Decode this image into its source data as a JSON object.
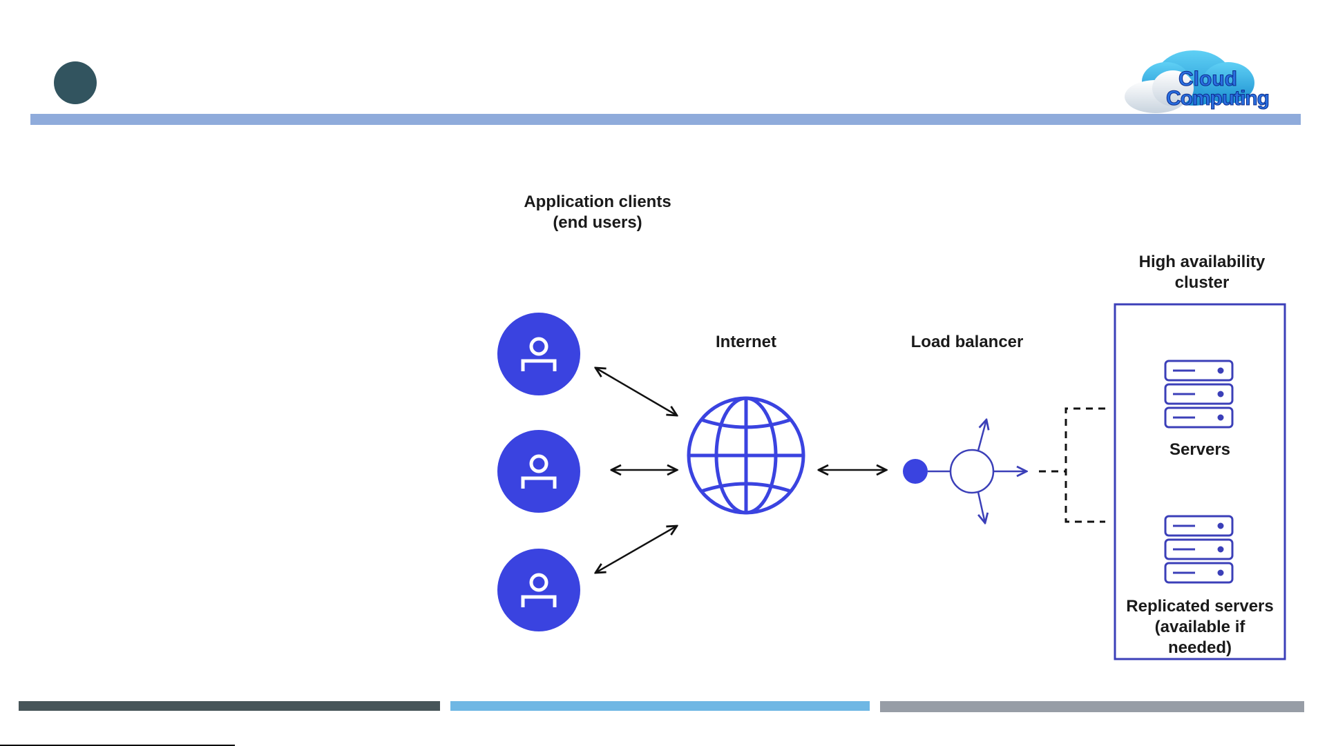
{
  "slide": {
    "logo_text_line1": "Cloud",
    "logo_text_line2": "Computing"
  },
  "diagram": {
    "clients_label_line1": "Application clients",
    "clients_label_line2": "(end users)",
    "internet_label": "Internet",
    "load_balancer_label": "Load balancer",
    "cluster_label_line1": "High availability",
    "cluster_label_line2": "cluster",
    "servers_label": "Servers",
    "replicated_label_line1": "Replicated servers",
    "replicated_label_line2": "(available if",
    "replicated_label_line3": "needed)",
    "client_count": 3,
    "colors": {
      "accent_blue": "#3a43e0",
      "outline_blue": "#3b3fb8",
      "arrow_black": "#111111",
      "title_dot": "#32545f",
      "top_bar": "#8fabdb",
      "bottom_bar_dark": "#475559",
      "bottom_bar_blue": "#6fb7e4",
      "bottom_bar_gray": "#979da6"
    }
  }
}
